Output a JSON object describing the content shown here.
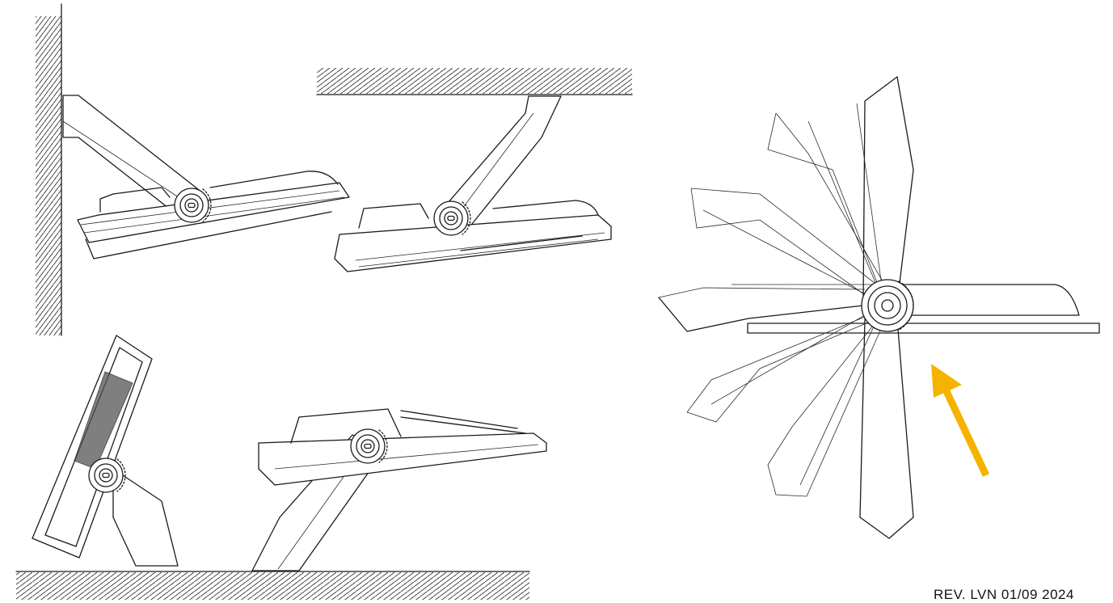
{
  "diagram": {
    "revision_label": "REV. LVN 01/09 2024",
    "arrow_color": "#f5b300",
    "line_color": "#1a1a1a",
    "background": "#ffffff",
    "mounting_views": [
      "wall-mount",
      "ceiling-mount",
      "floor-tilted",
      "floor-upright"
    ],
    "rotation_view": "bracket-rotation-positions"
  }
}
